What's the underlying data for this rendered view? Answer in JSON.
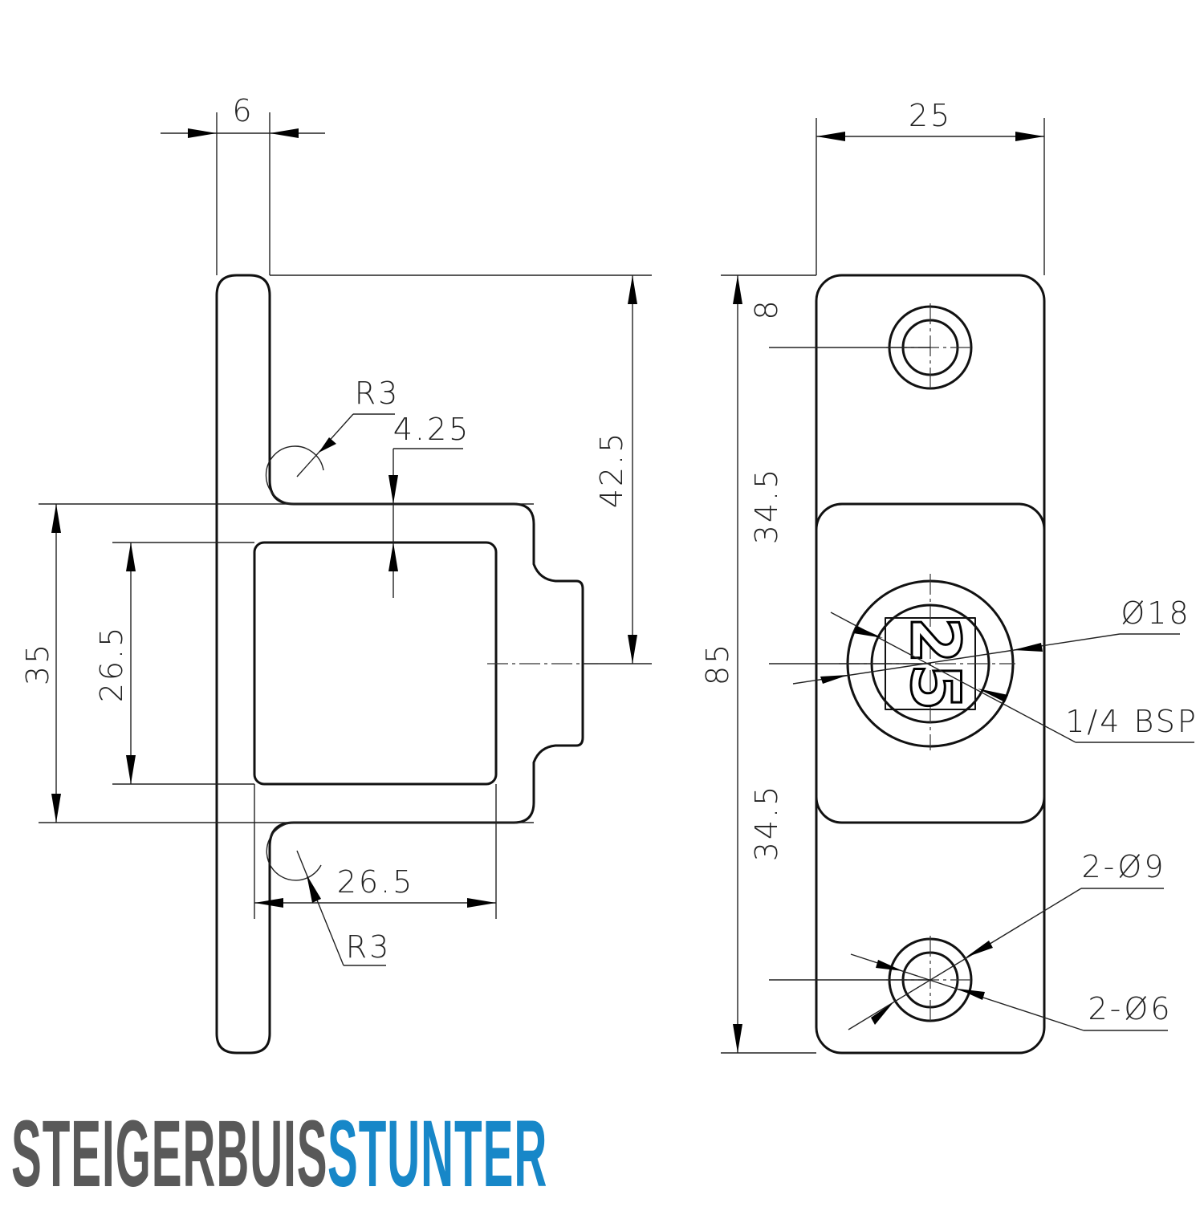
{
  "drawing": {
    "side_view": {
      "dimensions": {
        "flange_thickness": "6",
        "fillet_top": "R3",
        "wall_thickness": "4.25",
        "height_to_center": "42.5",
        "outer_height": "35",
        "inner_height": "26.5",
        "inner_width": "26.5",
        "fillet_bottom": "R3"
      }
    },
    "front_view": {
      "dimensions": {
        "width": "25",
        "total_height": "85",
        "top_hole_offset": "8",
        "upper_spacing": "34.5",
        "lower_spacing": "34.5",
        "boss_diameter": "Ø18",
        "thread": "1/4 BSP",
        "hole_counterbore": "2-Ø9",
        "hole_diameter": "2-Ø6"
      },
      "emboss_text": "25"
    }
  },
  "brand": {
    "part1": "STEIGERBUIS",
    "part2": "STUNTER",
    "colors": {
      "part1": "#595959",
      "part2": "#1787c8"
    }
  }
}
